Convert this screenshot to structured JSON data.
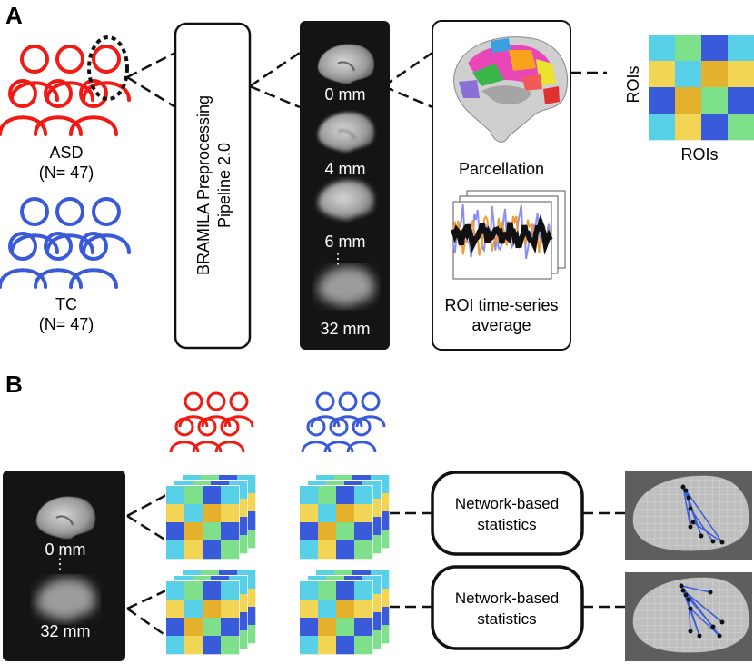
{
  "panels": {
    "a": {
      "label": "A",
      "group_asd": {
        "name": "ASD",
        "count": "(N= 47)",
        "color": "#ef1b14"
      },
      "group_tc": {
        "name": "TC",
        "count": "(N= 47)",
        "color": "#3a5bd9"
      },
      "pipeline": {
        "line1": "BRAMILA  Preprocessing",
        "line2": "Pipeline 2.0"
      },
      "smoothing": {
        "levels": [
          "0 mm",
          "4 mm",
          "6 mm",
          "32 mm"
        ],
        "ellipsis": "⋮"
      },
      "parcellation_label": "Parcellation",
      "timeseries_label": {
        "line1": "ROI time-series",
        "line2": "average"
      },
      "matrix": {
        "xlabel": "ROIs",
        "ylabel": "ROIs"
      }
    },
    "b": {
      "label": "B",
      "smoothing": {
        "levels": [
          "0 mm",
          "32 mm"
        ],
        "ellipsis": "⋮"
      },
      "nbs_boxes": [
        {
          "line1": "Network-based",
          "line2": "statistics"
        },
        {
          "line1": "Network-based",
          "line2": "statistics"
        }
      ]
    }
  },
  "colors": {
    "matrix_palette": [
      "#58d0e8",
      "#f2d555",
      "#3a5bd9",
      "#7ee08a",
      "#e3b12c"
    ],
    "timeseries": [
      "#111111",
      "#f39c34",
      "#8c8ef0"
    ],
    "network_edge": "#3a5bd9"
  }
}
